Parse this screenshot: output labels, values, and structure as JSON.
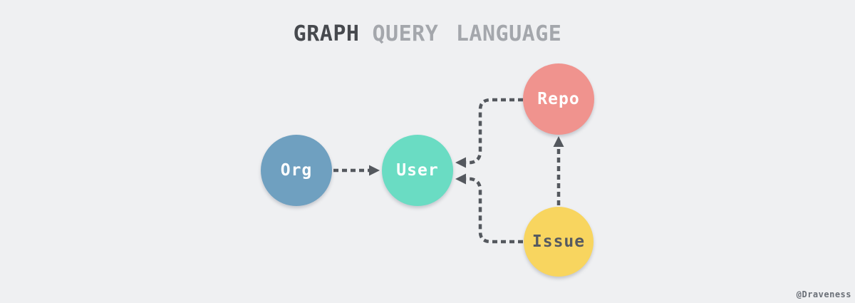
{
  "title": {
    "primary": "GRAPH",
    "secondary": "QUERY LANGUAGE"
  },
  "nodes": {
    "org": {
      "label": "Org",
      "color": "#6FA0C0",
      "text_color": "#FFFFFF"
    },
    "user": {
      "label": "User",
      "color": "#6ADCC3",
      "text_color": "#FFFFFF"
    },
    "repo": {
      "label": "Repo",
      "color": "#F0938E",
      "text_color": "#FFFFFF"
    },
    "issue": {
      "label": "Issue",
      "color": "#F8D55F",
      "text_color": "#565A60"
    }
  },
  "edges": [
    {
      "from": "Org",
      "to": "User",
      "style": "dashed-arrow"
    },
    {
      "from": "Repo",
      "to": "User",
      "style": "dashed-arrow"
    },
    {
      "from": "Issue",
      "to": "User",
      "style": "dashed-arrow"
    },
    {
      "from": "Issue",
      "to": "Repo",
      "style": "dashed-arrow"
    }
  ],
  "colors": {
    "background": "#EFF0F2",
    "connector": "#54585E",
    "title_primary": "#46494E",
    "title_secondary": "#A4A7AC"
  },
  "watermark": "@Draveness"
}
